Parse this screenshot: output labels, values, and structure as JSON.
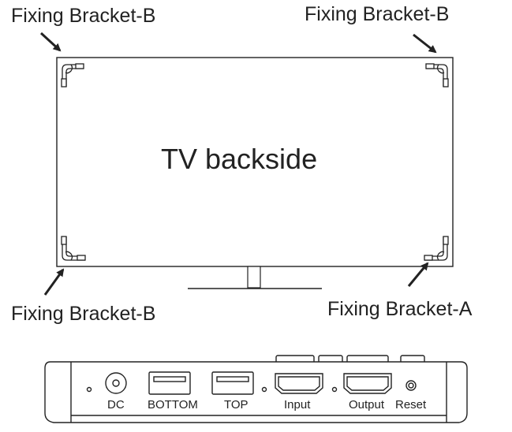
{
  "tv": {
    "title": "TV backside"
  },
  "brackets": {
    "top_left": "Fixing Bracket-B",
    "top_right": "Fixing Bracket-B",
    "bottom_left": "Fixing Bracket-B",
    "bottom_right": "Fixing Bracket-A"
  },
  "device": {
    "ports": [
      "DC",
      "BOTTOM",
      "TOP",
      "Input",
      "Output",
      "Reset"
    ]
  }
}
